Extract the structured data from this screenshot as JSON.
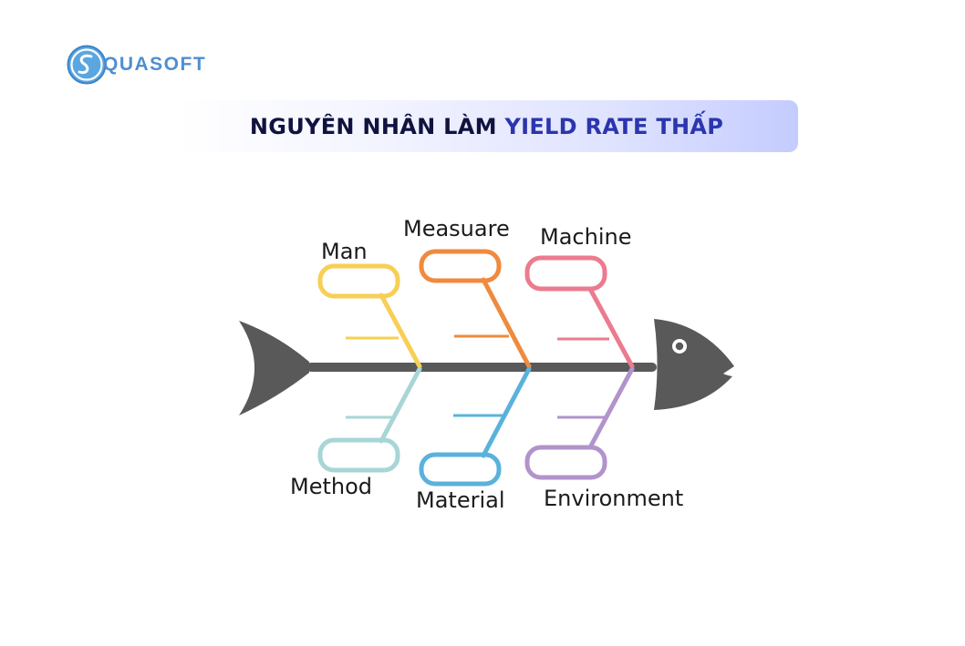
{
  "logo": {
    "text": "QUASOFT",
    "color": "#4f8fd0"
  },
  "title": {
    "part1": "NGUYÊN NHÂN LÀM ",
    "part2": "YIELD RATE THẤP",
    "color_part1": "#10133f",
    "color_part2": "#2b35ad"
  },
  "fishbone": {
    "spine_color": "#595959",
    "categories": [
      {
        "label": "Man",
        "position": "top",
        "color": "#f7cf55"
      },
      {
        "label": "Measuare",
        "position": "top",
        "color": "#ef8a3e"
      },
      {
        "label": "Machine",
        "position": "top",
        "color": "#eb7b8e"
      },
      {
        "label": "Method",
        "position": "bottom",
        "color": "#a8d5d5"
      },
      {
        "label": "Material",
        "position": "bottom",
        "color": "#5ab2dc"
      },
      {
        "label": "Environment",
        "position": "bottom",
        "color": "#b293cb"
      }
    ]
  }
}
